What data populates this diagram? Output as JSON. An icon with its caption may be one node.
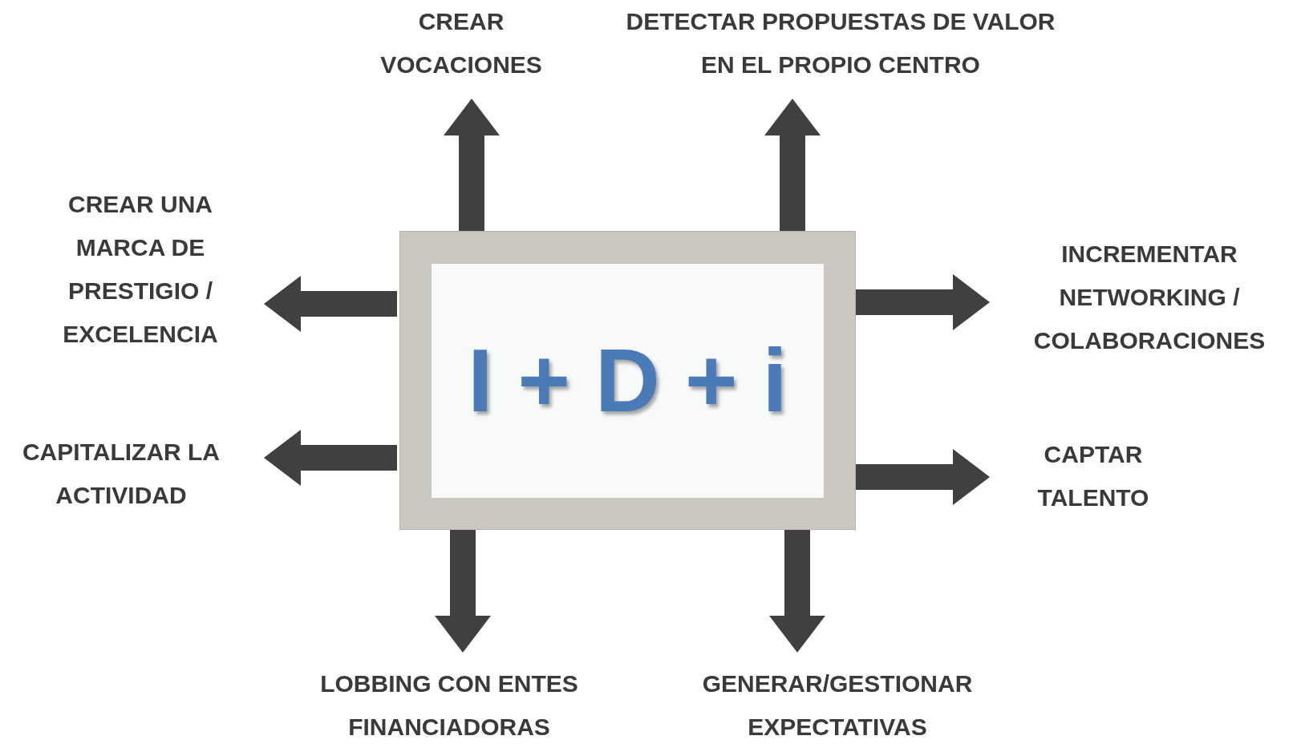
{
  "diagram": {
    "nodes": [
      {
        "text": [
          "I + D + i"
        ]
      },
      {
        "text": [
          "CREAR VOCACIONES"
        ]
      },
      {
        "text": [
          "DETECTAR PROPUESTAS DE VALOR EN EL PROPIO CENTRO"
        ]
      },
      {
        "text": [
          "CREAR UNA MARCA DE PRESTIGIO / EXCELENCIA"
        ]
      },
      {
        "text": [
          "CAPITALIZAR LA ACTIVIDAD"
        ]
      },
      {
        "text": [
          "INCREMENTAR NETWORKING / COLABORACIONES"
        ]
      },
      {
        "text": [
          "CAPTAR TALENTO"
        ]
      },
      {
        "text": [
          "LOBBING CON ENTES FINANCIADORAS"
        ]
      },
      {
        "text": [
          "GENERAR/GESTIONAR EXPECTATIVAS"
        ]
      }
    ],
    "edges": [
      {
        "from": 0,
        "to": 1,
        "arrow": "to"
      },
      {
        "from": 0,
        "to": 2,
        "arrow": "to"
      },
      {
        "from": 0,
        "to": 3,
        "arrow": "to"
      },
      {
        "from": 0,
        "to": 4,
        "arrow": "to"
      },
      {
        "from": 0,
        "to": 5,
        "arrow": "to"
      },
      {
        "from": 0,
        "to": 6,
        "arrow": "to"
      },
      {
        "from": 0,
        "to": 7,
        "arrow": "to"
      },
      {
        "from": 0,
        "to": 8,
        "arrow": "to"
      }
    ]
  }
}
